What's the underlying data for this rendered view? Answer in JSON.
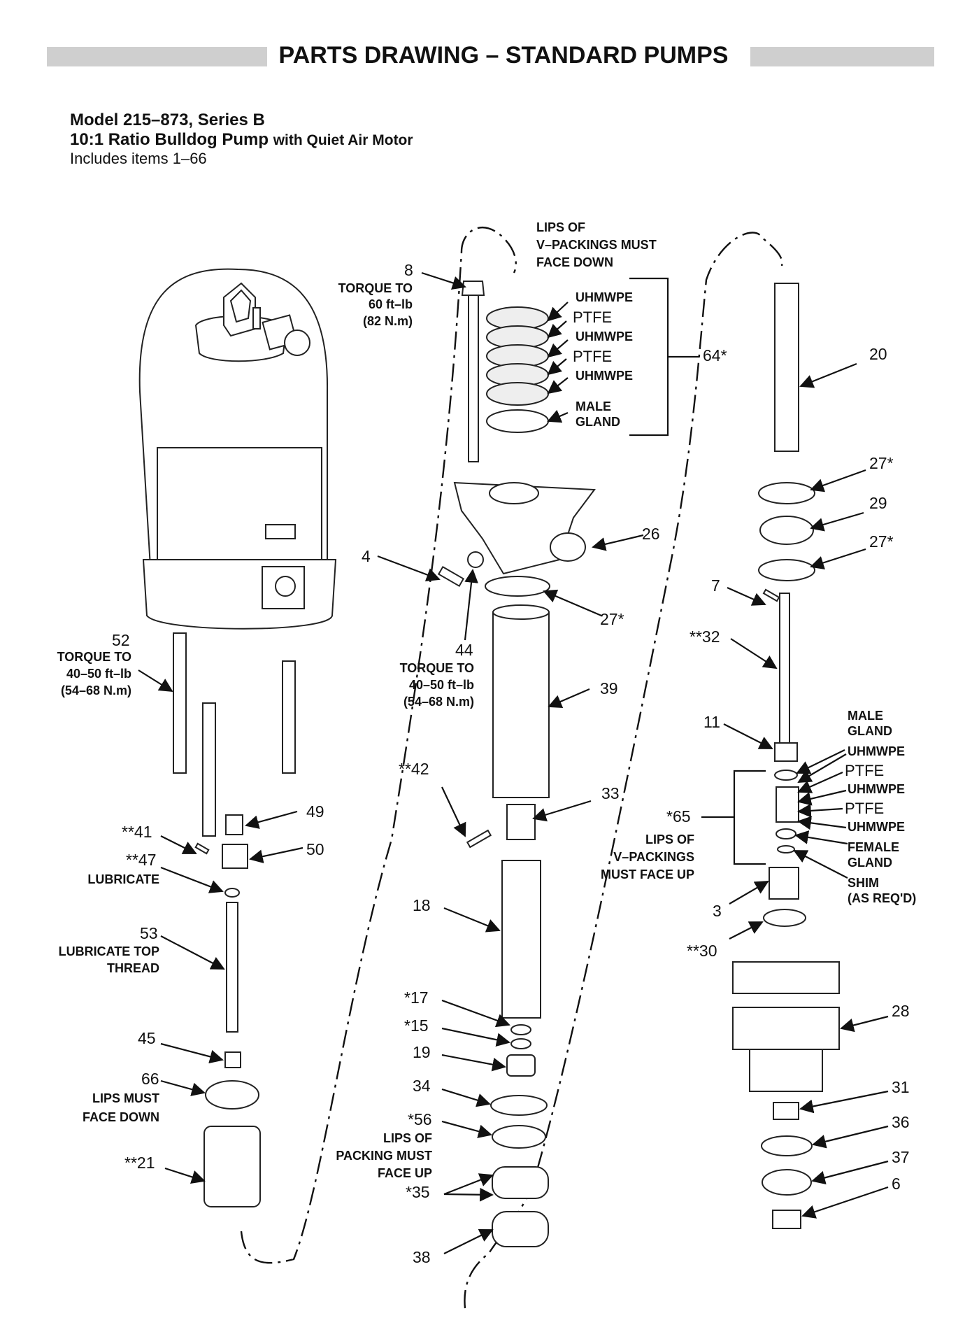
{
  "header": {
    "title": "PARTS DRAWING – STANDARD PUMPS"
  },
  "model": {
    "line1": "Model 215–873, Series B",
    "line2_main": "10:1 Ratio Bulldog Pump",
    "line2_small": "with Quiet Air Motor",
    "line3": "Includes items 1–66"
  },
  "labels": {
    "n8": "8",
    "torque60_1": "TORQUE TO",
    "torque60_2": "60 ft–lb",
    "torque60_3": "(82 N.m)",
    "lipsdown_1": "LIPS OF",
    "lipsdown_2": "V–PACKINGS MUST",
    "lipsdown_3": "FACE DOWN",
    "uhm1": "UHMWPE",
    "ptfe1": "PTFE",
    "uhm2": "UHMWPE",
    "ptfe2": "PTFE",
    "uhm3": "UHMWPE",
    "mg_1": "MALE",
    "mg_2": "GLAND",
    "n64": "64*",
    "n20": "20",
    "n27a": "27*",
    "n29": "29",
    "n27b": "27*",
    "n26": "26",
    "n4": "4",
    "n27c": "27*",
    "n44": "44",
    "torque44_1": "TORQUE TO",
    "torque44_2": "40–50 ft–lb",
    "torque44_3": "(54–68 N.m)",
    "n39": "39",
    "n7": "7",
    "n32": "**32",
    "n52": "52",
    "torque52_1": "TORQUE TO",
    "torque52_2": "40–50 ft–lb",
    "torque52_3": "(54–68 N.m)",
    "n11": "11",
    "rmg_1": "MALE",
    "rmg_2": "GLAND",
    "ruhm1": "UHMWPE",
    "rptfe1": "PTFE",
    "ruhm2": "UHMWPE",
    "rptfe2": "PTFE",
    "ruhm3": "UHMWPE",
    "fg_1": "FEMALE",
    "fg_2": "GLAND",
    "shim_1": "SHIM",
    "shim_2": "(AS REQ'D)",
    "n65": "*65",
    "lipsup_1": "LIPS OF",
    "lipsup_2": "V–PACKINGS",
    "lipsup_3": "MUST FACE UP",
    "n42": "**42",
    "n33": "33",
    "n49": "49",
    "n41": "**41",
    "n50": "50",
    "n47": "**47",
    "lub47": "LUBRICATE",
    "n3": "3",
    "n18": "18",
    "n30": "**30",
    "n53": "53",
    "lub53_1": "LUBRICATE TOP",
    "lub53_2": "THREAD",
    "n28": "28",
    "n17": "*17",
    "n15": "*15",
    "n19": "19",
    "n45": "45",
    "n34": "34",
    "n66": "66",
    "lips66_1": "LIPS MUST",
    "lips66_2": "FACE DOWN",
    "n31": "31",
    "n56": "*56",
    "lips56_1": "LIPS OF",
    "lips56_2": "PACKING MUST",
    "lips56_3": "FACE UP",
    "n36": "36",
    "n21": "**21",
    "n37": "37",
    "n35": "*35",
    "n6": "6",
    "n38": "38"
  }
}
